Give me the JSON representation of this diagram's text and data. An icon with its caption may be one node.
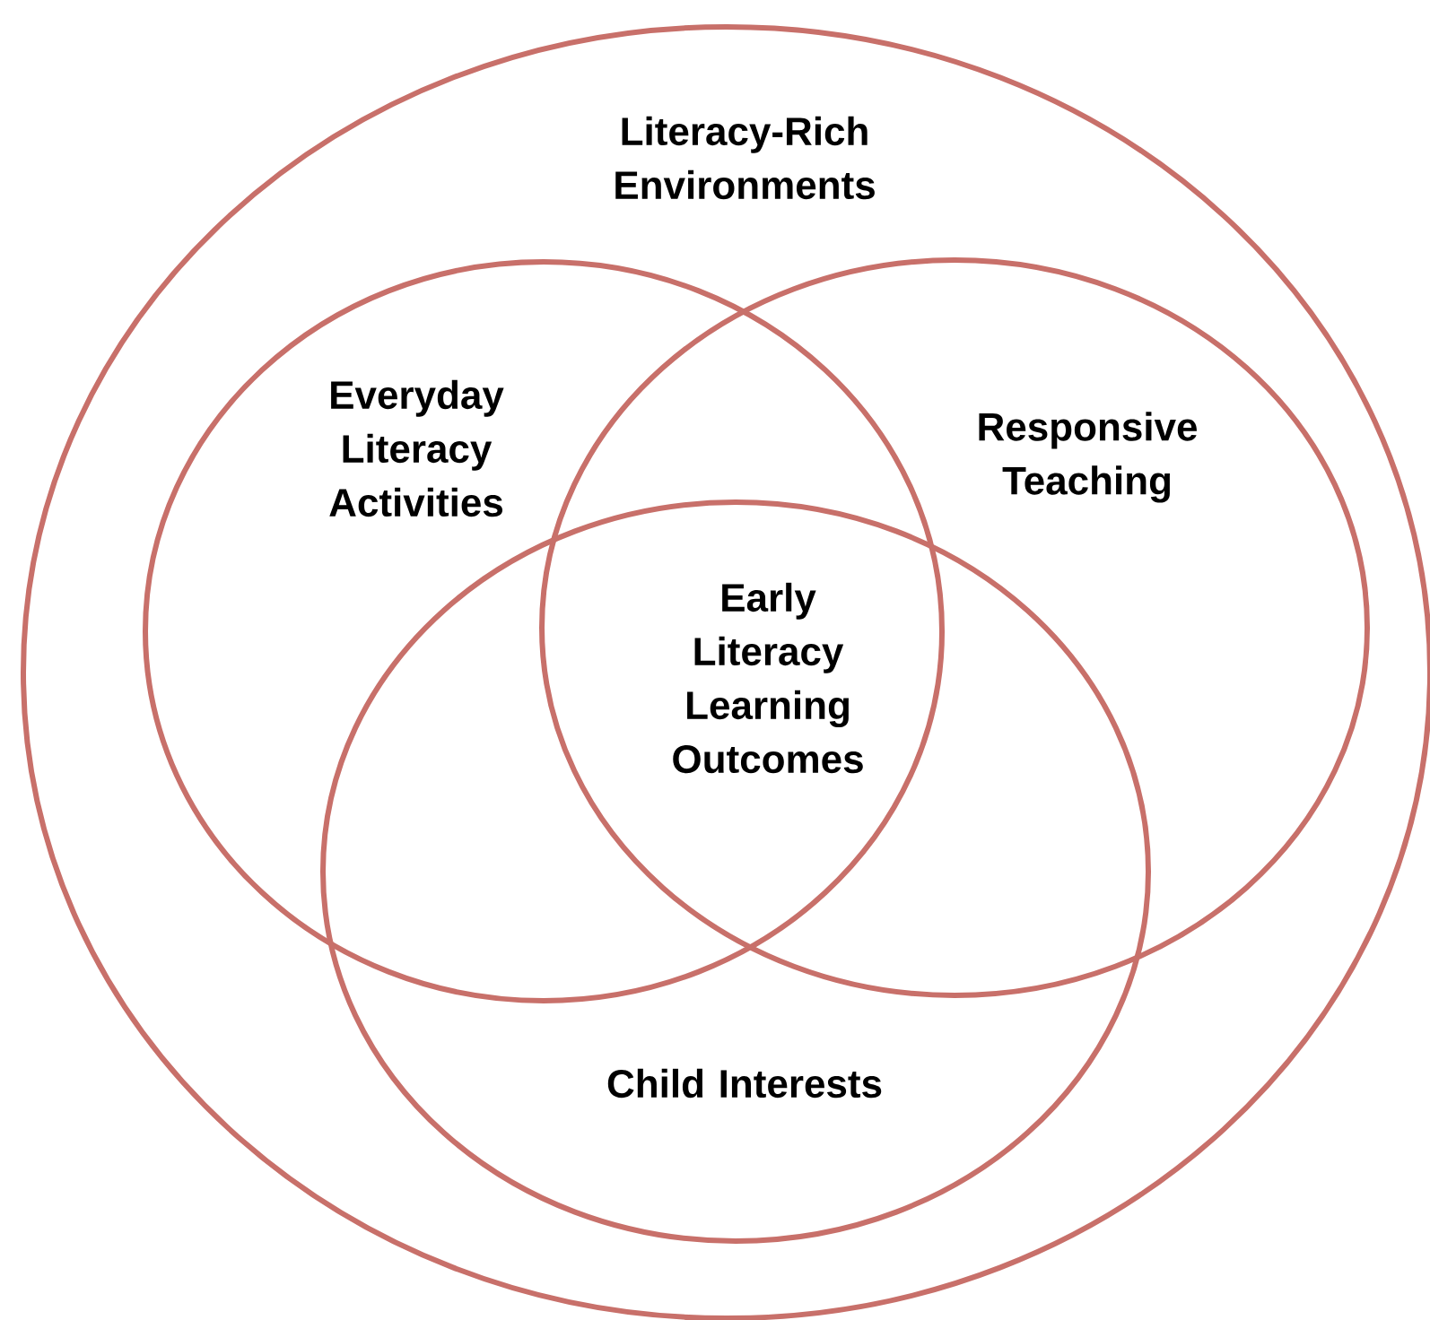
{
  "diagram": {
    "nodes": [
      {
        "text": [
          "Literacy-Rich Environments"
        ]
      },
      {
        "text": [
          "Everyday Literacy Activities"
        ],
        "in": 0
      },
      {
        "text": [
          "Responsive Teaching"
        ],
        "in": 0
      },
      {
        "text": [
          "Child Interests"
        ],
        "in": 0
      }
    ],
    "edges": [],
    "labels": [
      "Early Literacy Learning Outcomes"
    ]
  }
}
